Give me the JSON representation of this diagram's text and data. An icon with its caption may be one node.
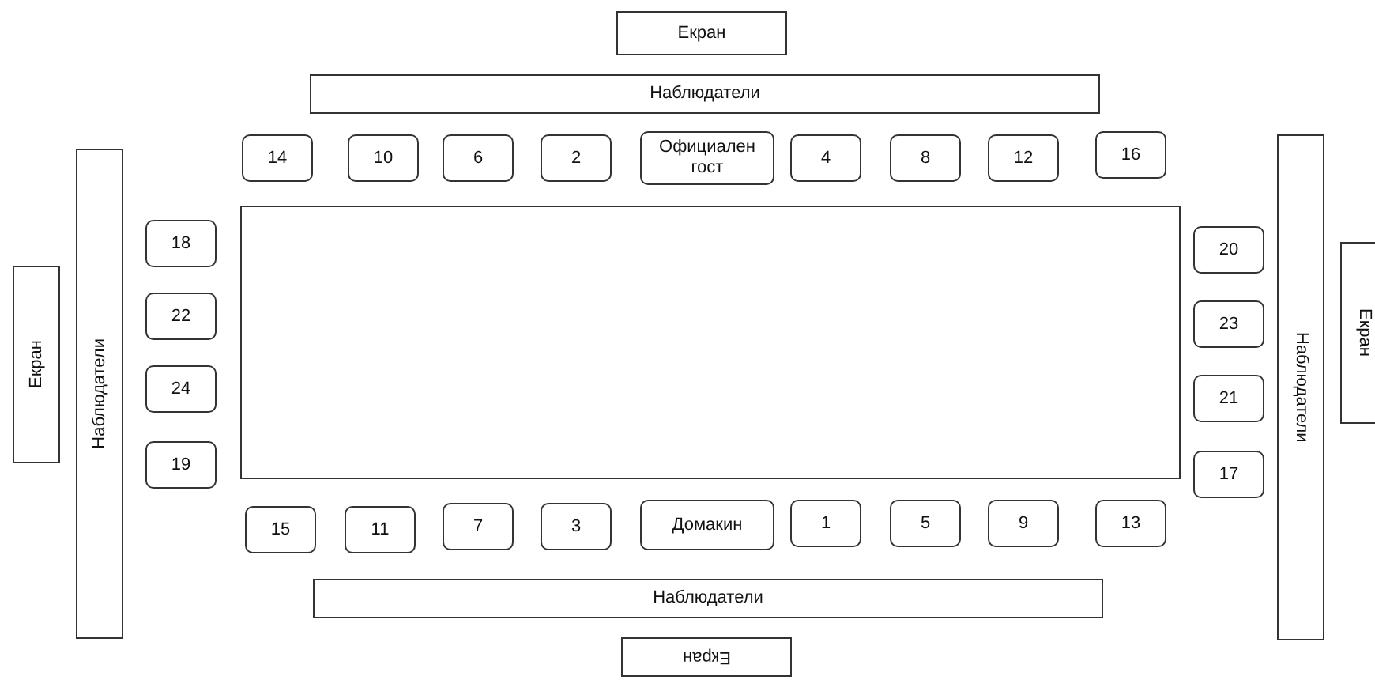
{
  "diagram": {
    "nodes": [
      {
        "text": [
          "Екран"
        ]
      },
      {
        "text": [
          "Наблюдатели"
        ]
      },
      {
        "text": [
          "14"
        ]
      },
      {
        "text": [
          "10"
        ]
      },
      {
        "text": [
          "6"
        ]
      },
      {
        "text": [
          "2"
        ]
      },
      {
        "text": [
          "Официален гост"
        ]
      },
      {
        "text": [
          "4"
        ]
      },
      {
        "text": [
          "8"
        ]
      },
      {
        "text": [
          "12"
        ]
      },
      {
        "text": [
          "16"
        ]
      },
      {
        "text": [
          "Екран"
        ]
      },
      {
        "text": [
          "Наблюдатели"
        ]
      },
      {
        "text": [
          "18"
        ]
      },
      {
        "text": [
          "22"
        ]
      },
      {
        "text": [
          "24"
        ]
      },
      {
        "text": [
          "19"
        ]
      },
      {
        "text": [],
        "shape": "box"
      },
      {
        "text": [
          "20"
        ]
      },
      {
        "text": [
          "23"
        ]
      },
      {
        "text": [
          "21"
        ]
      },
      {
        "text": [
          "17"
        ]
      },
      {
        "text": [
          "Наблюдатели"
        ]
      },
      {
        "text": [
          "Екран"
        ]
      },
      {
        "text": [
          "15"
        ]
      },
      {
        "text": [
          "11"
        ]
      },
      {
        "text": [
          "7"
        ]
      },
      {
        "text": [
          "3"
        ]
      },
      {
        "text": [
          "Домакин"
        ]
      },
      {
        "text": [
          "1"
        ]
      },
      {
        "text": [
          "5"
        ]
      },
      {
        "text": [
          "9"
        ]
      },
      {
        "text": [
          "13"
        ]
      },
      {
        "text": [
          "Наблюдатели"
        ]
      },
      {
        "text": [
          "Екран"
        ]
      }
    ]
  }
}
